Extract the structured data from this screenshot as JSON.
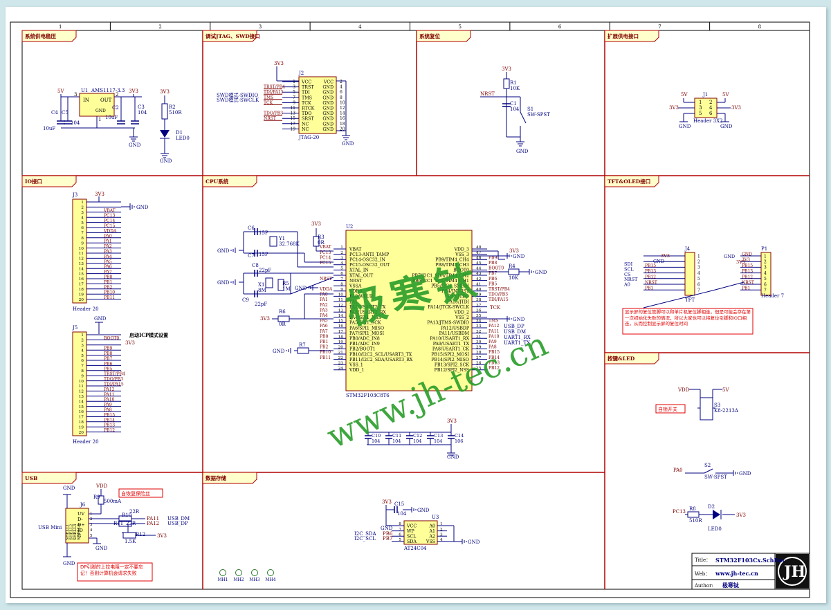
{
  "border": {
    "columns": [
      "1",
      "2",
      "3",
      "4",
      "5",
      "6",
      "7",
      "8"
    ]
  },
  "sections": [
    {
      "id": "power",
      "title": "系统供电稳压"
    },
    {
      "id": "debug",
      "title": "调试JTAG、SWD接口"
    },
    {
      "id": "reset",
      "title": "系统复位"
    },
    {
      "id": "ext_power",
      "title": "扩展供电接口"
    },
    {
      "id": "io",
      "title": "IO接口"
    },
    {
      "id": "cpu",
      "title": "CPU系统"
    },
    {
      "id": "tft",
      "title": "TFT&OLED接口"
    },
    {
      "id": "keys",
      "title": "按键&LED"
    },
    {
      "id": "usb",
      "title": "USB"
    },
    {
      "id": "storage",
      "title": "数据存储"
    }
  ],
  "power": {
    "u1_ref": "U1",
    "u1_part": "AMS1117-3.3",
    "in": "IN",
    "out": "OUT",
    "gnd_pin": "GND",
    "v5": "5V",
    "v33": "3V3",
    "v33b": "3V3",
    "c4": "C4",
    "c5": "C5",
    "c2": "C2",
    "c3": "C3",
    "c4_val": "10uF",
    "c5_val": "104",
    "c2_val": "10uF",
    "c3_val": "104",
    "r2": "R2",
    "r2_val": "510R",
    "d1": "D1",
    "d1_val": "LED0",
    "gnd": "GND",
    "pin1": "1",
    "pin2": "2",
    "pin3": "3"
  },
  "debug": {
    "v33": "3V3",
    "j2": "J2",
    "part": "JTAG-20",
    "swdio": "SWD模式-SWDIO",
    "swclk": "SWD模式-SWCLK",
    "left_nets": [
      "",
      "TRST/PB4",
      "TDI/PA15",
      "TMS",
      "TCK",
      "",
      "TDO/PB3",
      "NRST",
      "",
      ""
    ],
    "left_labels": [
      "VCC",
      "TRST",
      "TDI",
      "TMS",
      "TCK",
      "RTCK",
      "TDO",
      "SRST",
      "NC",
      "NC"
    ],
    "left_pins": [
      "1",
      "3",
      "5",
      "7",
      "9",
      "11",
      "13",
      "15",
      "17",
      "19"
    ],
    "right_labels": [
      "VCC",
      "GND",
      "GND",
      "GND",
      "GND",
      "GND",
      "GND",
      "GND",
      "GND",
      "GND"
    ],
    "right_pins": [
      "2",
      "4",
      "6",
      "8",
      "10",
      "12",
      "14",
      "16",
      "18",
      "20"
    ],
    "gnd": "GND"
  },
  "reset": {
    "v33": "3V3",
    "r1": "R1",
    "r1_val": "10K",
    "nrst": "NRST",
    "c1": "C1",
    "c1_val": "104",
    "s1": "S1",
    "s1_val": "SW-SPST",
    "gnd": "GND"
  },
  "ext_power": {
    "j1": "J1",
    "part": "Header 3X2",
    "v5a": "5V",
    "v5b": "5V",
    "v33a": "3V3",
    "v33b": "3V3",
    "pins": [
      "1",
      "2",
      "3",
      "4",
      "5",
      "6"
    ],
    "gnd": "GND"
  },
  "io": {
    "j3": "J3",
    "j3_part": "Header 20",
    "j5": "J5",
    "j5_part": "Header 20",
    "v33": "3V3",
    "gnd": "GND",
    "v33b": "3V3",
    "gnd2": "GND",
    "j3_nets": [
      "",
      "",
      "VBAT",
      "PC13",
      "PC14",
      "PC15",
      "VDDA",
      "PA0",
      "PA1",
      "PA2",
      "PA3",
      "PA4",
      "PA5",
      "PA6",
      "PA7",
      "PB0",
      "PB1",
      "PB2",
      "PB10",
      "PB11"
    ],
    "j5_nets": [
      "",
      "BOOT0",
      "",
      "PB9",
      "PB8",
      "PB7",
      "PB6",
      "PB5",
      "TRST/PB4",
      "TDO/PB3",
      "TDI/PA15",
      "PA12",
      "PA11",
      "PA10",
      "PA9",
      "PA8",
      "PB15",
      "PB14",
      "PB13",
      "PB12"
    ],
    "boot_note": "启动ICP模式设置"
  },
  "cpu": {
    "u2": "U2",
    "part": "STM32F103C8T6",
    "c6": "C6",
    "c7": "C7",
    "c6_val": "15P",
    "c7_val": "15P",
    "y1": "Y1",
    "y1_val": "32.768K",
    "c8": "C8",
    "c9": "C9",
    "c8_val": "22pF",
    "c9_val": "22pF",
    "x1": "X1",
    "x1_val": "8M",
    "r5": "R5",
    "r5_val": "1M",
    "r3": "R3",
    "r3_val": "0R",
    "r6": "R6",
    "r6_val": "0R",
    "r7": "R7",
    "r4": "R4",
    "r4_val": "10K",
    "v33": "3V3",
    "v33b": "3V3",
    "v33c": "3V3",
    "gnd": "GND",
    "left_pins": [
      "1",
      "2",
      "3",
      "4",
      "5",
      "6",
      "7",
      "8",
      "9",
      "10",
      "11",
      "12",
      "13",
      "14",
      "15",
      "16",
      "17",
      "18",
      "19",
      "20",
      "21",
      "22",
      "23",
      "24"
    ],
    "left_labels": [
      "VBAT",
      "PC13-ANTI_TAMP",
      "PC14-OSC32_IN",
      "PC15-OSC32_OUT",
      "XTAL_IN",
      "XTAL_OUT",
      "NRST",
      "VSSA",
      "VDDA",
      "PA0-WKUP",
      "PA1",
      "PA2/USART2_TX",
      "PA3/USART2_RX",
      "PA4/SPI1_NSS",
      "PA5/SPI1_SCK",
      "PA6/SPI1_MISO",
      "PA7/SPI1_MOSI",
      "PB0/ADC_IN8",
      "PB1/ADC_IN9",
      "PB2/BOOT1",
      "PB10/I2C2_SCL/USART3_TX",
      "PB11/I2C2_SDA/USART3_RX",
      "VSS_1",
      "VDD_1"
    ],
    "left_nets": [
      "VBAT",
      "PC13",
      "PC14",
      "PC15",
      "",
      "",
      "NRST",
      "",
      "VDDA",
      "PA0",
      "PA1",
      "PA2",
      "PA3",
      "PA4",
      "PA5",
      "PA6",
      "PA7",
      "PB0",
      "PB1",
      "PB2",
      "PB10",
      "PB11",
      "",
      ""
    ],
    "right_pins": [
      "48",
      "47",
      "46",
      "45",
      "44",
      "43",
      "42",
      "41",
      "40",
      "39",
      "38",
      "37",
      "36",
      "35",
      "34",
      "33",
      "32",
      "31",
      "30",
      "29",
      "28",
      "27",
      "26",
      "25"
    ],
    "right_labels": [
      "VDD_3",
      "VSS_3",
      "PB9/TIM4_CH4",
      "PB8/TIM4_CH3",
      "BOOT0",
      "PB7/I2C1_SDA/TIM4_CH2",
      "PB6/I2C1_SCL/TIM4_CH1",
      "PB5/I2C1_SMBAI",
      "PB4/JNTRST",
      "PB3/JTDO",
      "PA15/JTDI",
      "PA14/JTCK-SWCLK",
      "VDD_2",
      "VSS_2",
      "PA13/JTMS-SWDIO",
      "PA12/USBDP",
      "PA11/USBDM",
      "PA10/USART1_RX",
      "PA9/USART1_TX",
      "PA8/USART1_CK",
      "PB15/SPI2_MOSI",
      "PB14/SPI2_MISO",
      "PB13/SPI2_SCK",
      "PB12/SPI2_NSS"
    ],
    "right_nets": [
      "3V3",
      "GND",
      "PB9",
      "PB8",
      "BOOT0",
      "PB7",
      "PB6",
      "PB5",
      "TRST/PB4",
      "TDO/PB3",
      "TDI/PA15",
      "",
      "",
      "GND",
      "TMS",
      "PA12",
      "PA11",
      "PA10",
      "PA9",
      "PA8",
      "PB15",
      "PB14",
      "PB13",
      "PB12"
    ],
    "usb_dp": "USB_DP",
    "usb_dm": "USB_DM",
    "uart_rx": "UART1_RX",
    "uart_tx": "UART1_TX",
    "tck": "TCK",
    "decoupling": [
      "C10",
      "C11",
      "C12",
      "C13",
      "C14"
    ],
    "decoupling_vals": [
      "104",
      "104",
      "104",
      "104",
      "106"
    ]
  },
  "tft": {
    "j4": "J4",
    "j4_part": "TFT",
    "p1": "P1",
    "p1_part": "Header 7",
    "v33": "3V3",
    "gnd": "GND",
    "v33b": "3V3",
    "gnd2": "GND",
    "left_sig": [
      "SDI",
      "SCL",
      "CS",
      "NRST",
      "A0"
    ],
    "j4_nets": [
      "",
      "",
      "PB15",
      "PB13",
      "PB12",
      "NRST",
      "PB1"
    ],
    "p1_nets": [
      "GND",
      "3V3",
      "PB15",
      "PB13",
      "PB12",
      "NRST",
      "PB1"
    ],
    "pins": [
      "1",
      "2",
      "3",
      "4",
      "5",
      "6",
      "7"
    ],
    "note": "显示屏的复位管脚可以和单片机复位脚相连，但是可能会存在第一次初始化失败的情况，所以大家也可以将复位引脚和IO口相连，从而控制显示屏的复位时间"
  },
  "keys": {
    "s3": "S3",
    "s3_part": "K8-2213A",
    "vdd": "VDD",
    "v5": "5V",
    "switch_note": "自锁开关",
    "s2": "S2",
    "s2_part": "SW-SPST",
    "pa0": "PA0",
    "gnd": "GND",
    "pc13": "PC13",
    "r8": "R8",
    "r8_val": "510R",
    "d2": "D2",
    "d2_val": "LED0",
    "v33": "3V3"
  },
  "usb": {
    "j6": "J6",
    "part": "USB Mini",
    "vdd": "VDD",
    "r9": "R9",
    "r9_val": "500mA",
    "fuse_note": "自恢复保险丝",
    "r10": "R10",
    "r11": "R11",
    "r10_val": "22R",
    "r11_val": "22R",
    "r12": "R12",
    "r12_val": "1.5K",
    "pa11": "PA11",
    "pa12": "PA12",
    "usb_dm": "USB_DM",
    "usb_dp": "USB_DP",
    "v33": "3V3",
    "gnd": "GND",
    "pins": [
      "UV",
      "D-",
      "D+",
      "ID",
      "G"
    ],
    "shell": [
      "SHELL1",
      "SHELL2",
      "SHELL3",
      "SHELL4"
    ],
    "warn": "DP引脚的上拉电阻一定不要忘记！否则计算机会请求失败"
  },
  "storage": {
    "u3": "U3",
    "part": "AT24C04",
    "v33": "3V3",
    "c15": "C15",
    "c15_val": "104",
    "gnd": "GND",
    "left_labels": [
      "VCC",
      "WP",
      "SCL",
      "SDA"
    ],
    "left_pins": [
      "8",
      "7",
      "6",
      "5"
    ],
    "right_labels": [
      "A0",
      "A1",
      "A2",
      "VSS"
    ],
    "right_pins": [
      "1",
      "2",
      "3",
      "4"
    ],
    "nets": [
      "PB6",
      "PB7"
    ],
    "i2c_sda": "I2C_SDA",
    "i2c_scl": "I2C_SCL",
    "mh": [
      "MH1",
      "MH2",
      "MH3",
      "MH4"
    ]
  },
  "title_block": {
    "title_label": "Title：",
    "title": "STM32F103Cx.SchDoc",
    "web_label": "Web：",
    "web": "www.jh-tec.cn",
    "author_label": "Author:",
    "author": "极寒钛"
  },
  "watermark": {
    "cn": "极寒钛",
    "url": "www.jh-tec.cn"
  },
  "colors": {
    "frame": "#b00000",
    "wire": "#000080",
    "net": "#800000",
    "part": "#000080",
    "body": "#ffff99",
    "header_tag": "#ffffcc",
    "note_red": "#e00000",
    "watermark": "#2a9d2a"
  }
}
